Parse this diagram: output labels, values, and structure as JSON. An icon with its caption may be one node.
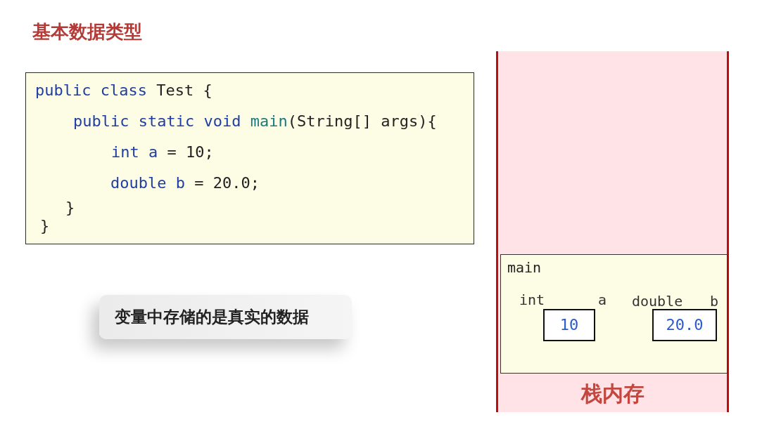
{
  "diagram": {
    "title": "基本数据类型",
    "nodes": [
      {
        "text": [
          "public class Test {",
          "public static void main(String[] args){",
          "int a = 10;",
          "double b = 20.0;",
          "}",
          "}"
        ]
      },
      {
        "text": [
          "变量中存储的是真实的数据"
        ]
      },
      {
        "text": [
          "栈内存"
        ]
      },
      {
        "text": [
          "main"
        ],
        "in": 2
      },
      {
        "text": [
          "10"
        ],
        "in": 3,
        "beside": [
          "int",
          "a"
        ]
      },
      {
        "text": [
          "20.0"
        ],
        "in": 3,
        "beside": [
          "double",
          "b"
        ]
      }
    ]
  }
}
